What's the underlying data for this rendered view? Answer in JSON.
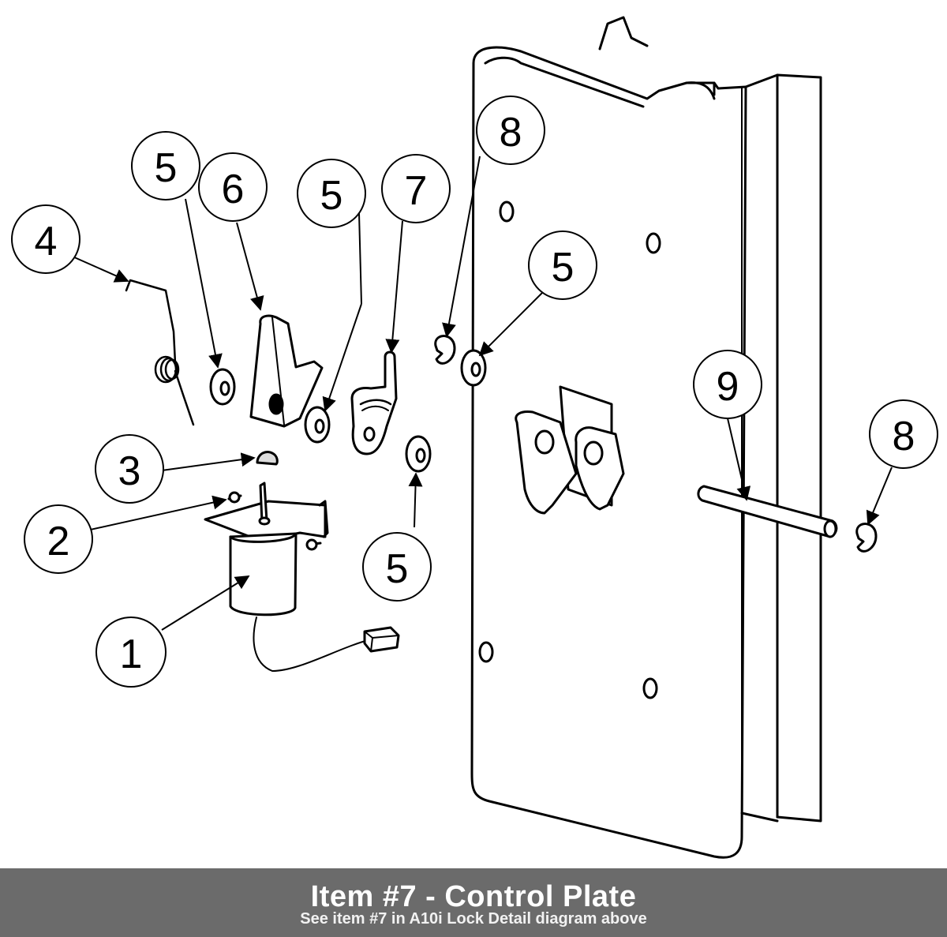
{
  "diagram": {
    "callouts": [
      {
        "id": "c1",
        "label": "1"
      },
      {
        "id": "c2",
        "label": "2"
      },
      {
        "id": "c3",
        "label": "3"
      },
      {
        "id": "c4",
        "label": "4"
      },
      {
        "id": "c5a",
        "label": "5"
      },
      {
        "id": "c6",
        "label": "6"
      },
      {
        "id": "c5b",
        "label": "5"
      },
      {
        "id": "c7",
        "label": "7"
      },
      {
        "id": "c8a",
        "label": "8"
      },
      {
        "id": "c5c",
        "label": "5"
      },
      {
        "id": "c9",
        "label": "9"
      },
      {
        "id": "c8b",
        "label": "8"
      },
      {
        "id": "c5d",
        "label": "5"
      }
    ]
  },
  "caption": {
    "title": "Item #7 - Control Plate",
    "subtitle": "See item #7 in A10i Lock Detail diagram above"
  },
  "colors": {
    "caption_bg": "#6b6b6b",
    "caption_text": "#ffffff",
    "line": "#000000"
  }
}
